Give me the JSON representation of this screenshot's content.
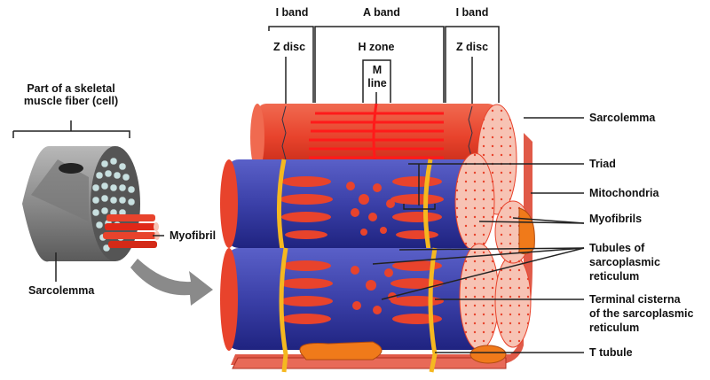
{
  "top_labels": {
    "i_band_left": "I band",
    "a_band": "A band",
    "i_band_right": "I band",
    "z_disc_left": "Z disc",
    "h_zone": "H zone",
    "m_line_1": "M",
    "m_line_2": "line",
    "z_disc_right": "Z disc"
  },
  "left_panel": {
    "title_1": "Part of a skeletal",
    "title_2": "muscle fiber (cell)",
    "myofibril": "Myofibril",
    "sarcolemma": "Sarcolemma"
  },
  "right_labels": {
    "sarcolemma": "Sarcolemma",
    "triad": "Triad",
    "mitochondria": "Mitochondria",
    "myofibrils": "Myofibrils",
    "tubules_1": "Tubules of",
    "tubules_2": "sarcoplasmic",
    "tubules_3": "reticulum",
    "cisterna_1": "Terminal cisterna",
    "cisterna_2": "of the sarcoplasmic",
    "cisterna_3": "reticulum",
    "t_tubule": "T tubule"
  },
  "colors": {
    "myofibril_red": "#e8432c",
    "sr_blue": "#3b40a8",
    "t_tubule_yellow": "#f5b820",
    "mitochondria_orange": "#f07a1a",
    "cross_section_pink": "#f7c3b4",
    "fiber_gray": "#8a8a8a"
  }
}
